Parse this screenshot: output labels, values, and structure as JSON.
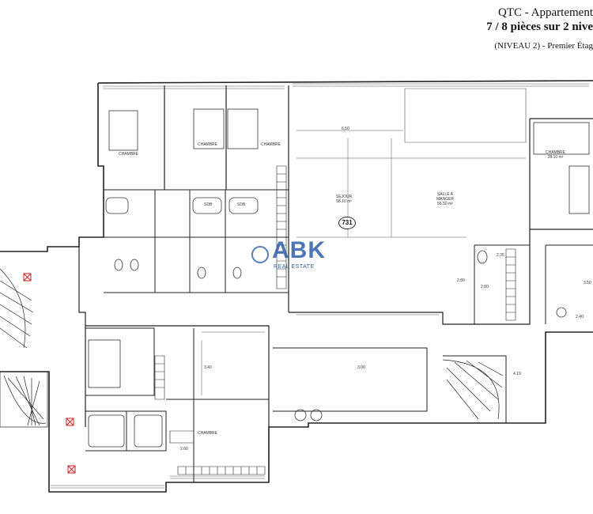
{
  "header": {
    "line1": "QTC - Appartement",
    "line2": "7 / 8 pièces sur 2 nive",
    "line3": "(NIVEAU 2) - Premier Étag"
  },
  "unit_number": "731",
  "watermark": {
    "logo": "ABK",
    "tagline": "REAL ESTATE"
  },
  "rooms": {
    "chambre1": "CHAMBRE",
    "chambre2": "CHAMBRE",
    "chambre3": "CHAMBRE",
    "chambre4": "CHAMBRE",
    "chambre_right": "CHAMBRE\n28.10 m²",
    "sejour": "SEJOUR\n58.10 m²",
    "salle_manger": "SALLE A\nMANGER\n56.50 m²",
    "sdb1": "SDB",
    "sdb2": "SDB"
  },
  "dimensions": {
    "d1": "6.50",
    "d2": "3.40",
    "d3": "2.80",
    "d4": "4.19",
    "d5": "2.80",
    "d6": "2.35",
    "d7": "2.40",
    "d8": "3.50",
    "d9": "2.60",
    "d10": "3.00"
  }
}
